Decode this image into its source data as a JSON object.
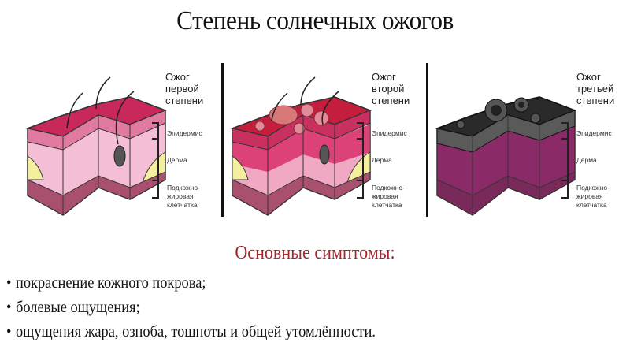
{
  "title": "Степень солнечных ожогов",
  "panels": [
    {
      "stage": [
        "Ожог",
        "первой",
        "степени"
      ],
      "layers": {
        "epidermis": "Эпидермис",
        "dermis": "Дерма",
        "subcutaneous": [
          "Подкожно-",
          "жировая",
          "клетчатка"
        ]
      },
      "colors": {
        "top": "#c8285a",
        "epidermis": "#e07aa0",
        "dermis": "#f4bfd6",
        "fat": "#f3ef9e",
        "subcutaneous": "#a8506e"
      }
    },
    {
      "stage": [
        "Ожог",
        "второй",
        "степени"
      ],
      "layers": {
        "epidermis": "Эпидермис",
        "dermis": "Дерма",
        "subcutaneous": [
          "Подкожно-",
          "жировая",
          "клетчатка"
        ]
      },
      "colors": {
        "top": "#c41e3c",
        "epidermis": "#d8306a",
        "dermis": "#f0a8c4",
        "fat": "#f3ef9e",
        "subcutaneous": "#a8506e"
      }
    },
    {
      "stage": [
        "Ожог",
        "третьей",
        "степени"
      ],
      "layers": {
        "epidermis": "Эпидермис",
        "dermis": "Дерма",
        "subcutaneous": [
          "Подкожно-",
          "жировая",
          "клетчатка"
        ]
      },
      "colors": {
        "top": "#2a2a2a",
        "epidermis": "#6a6a6a",
        "dermis": "#8a2a66",
        "fat": "#8a2a66",
        "subcutaneous": "#7a2a5a"
      }
    }
  ],
  "symptoms": {
    "title": "Основные симптомы:",
    "items": [
      "покраснение кожного покрова;",
      "болевые ощущения;",
      "ощущения жара, озноба, тошноты и общей утомлённости."
    ]
  }
}
